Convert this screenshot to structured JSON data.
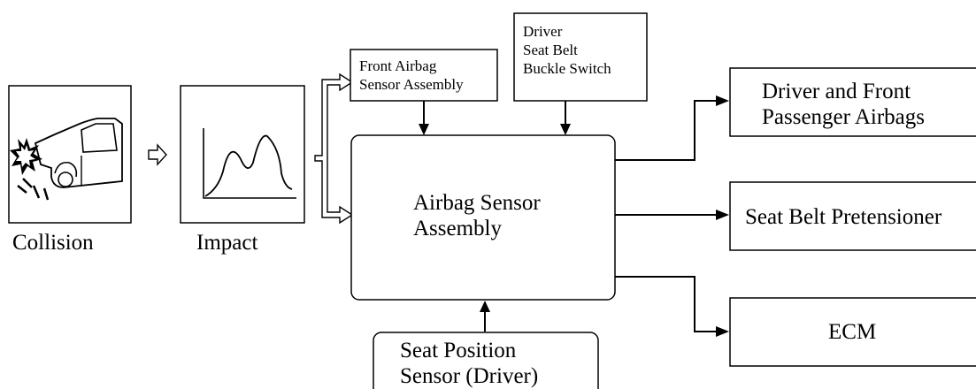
{
  "collision": {
    "label": "Collision",
    "icon": "car-collision-icon"
  },
  "impact": {
    "label": "Impact",
    "icon": "impact-waveform-icon"
  },
  "front_sensor": {
    "line1": "Front Airbag",
    "line2": "Sensor Assembly"
  },
  "buckle_switch": {
    "line1": "Driver",
    "line2": "Seat Belt",
    "line3": "Buckle Switch"
  },
  "main_sensor": {
    "line1": "Airbag Sensor",
    "line2": "Assembly"
  },
  "seat_position": {
    "line1": "Seat Position",
    "line2": "Sensor (Driver)"
  },
  "outputs": {
    "airbags": {
      "line1": "Driver and Front",
      "line2": "Passenger Airbags"
    },
    "pretensioner": {
      "label": "Seat Belt Pretensioner"
    },
    "ecm": {
      "label": "ECM"
    }
  }
}
